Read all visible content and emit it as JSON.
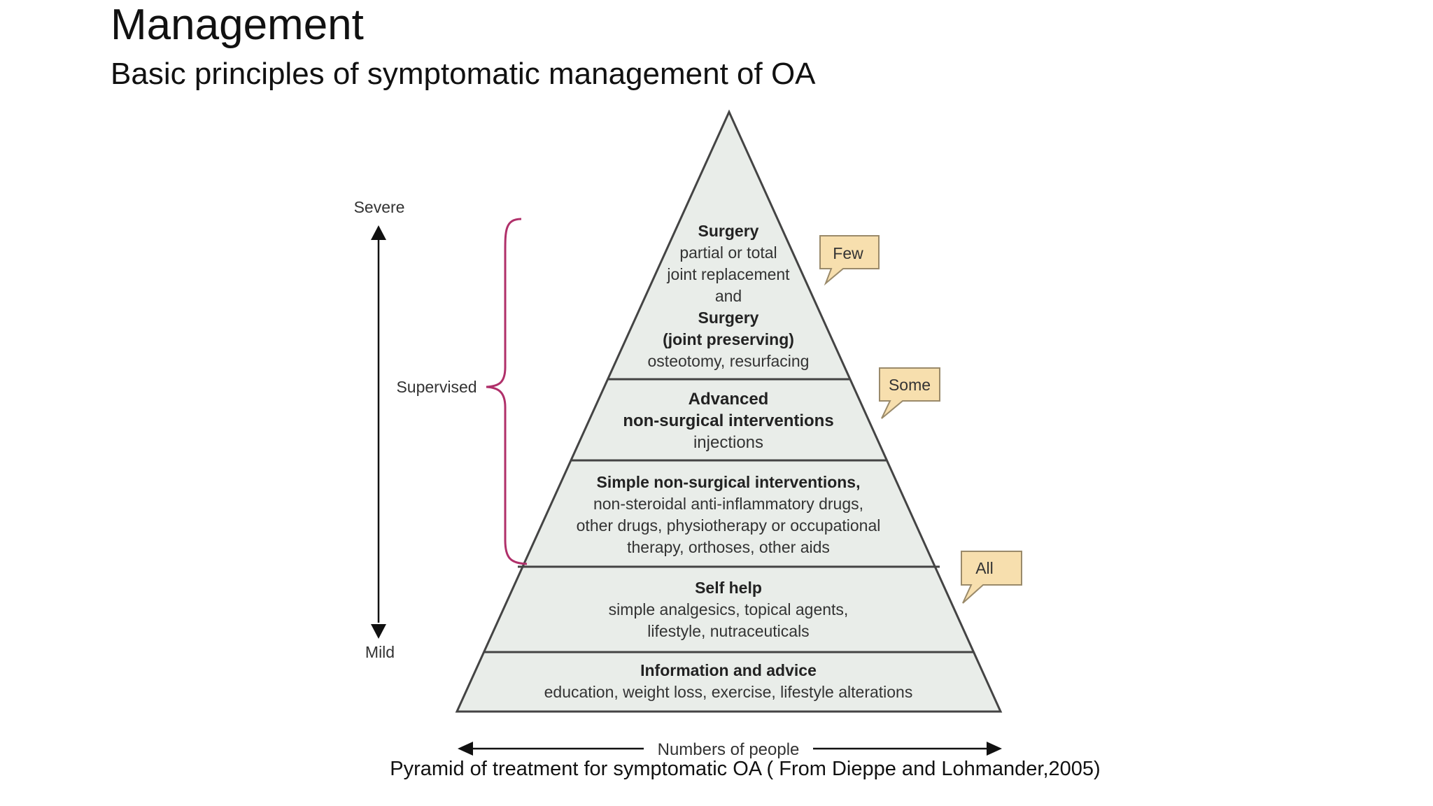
{
  "slide": {
    "title": "Management",
    "subtitle": "Basic principles of symptomatic management of OA",
    "caption": "Pyramid of treatment for symptomatic OA ( From Dieppe and Lohmander,2005)"
  },
  "diagram": {
    "axis": {
      "top_label": "Severe",
      "bottom_label": "Mild",
      "bracket_label": "Supervised",
      "bottom_axis_label": "Numbers of people"
    },
    "tiers": [
      {
        "name": "surgery",
        "lines": [
          {
            "text": "Surgery",
            "bold": true
          },
          {
            "text": "partial or total",
            "bold": false
          },
          {
            "text": "joint replacement",
            "bold": false
          },
          {
            "text": "and",
            "bold": false
          },
          {
            "text": "Surgery",
            "bold": true
          },
          {
            "text": "(joint preserving)",
            "bold": true
          },
          {
            "text": "osteotomy, resurfacing",
            "bold": false
          }
        ]
      },
      {
        "name": "advanced",
        "lines": [
          {
            "text": "Advanced",
            "bold": true
          },
          {
            "text": "non-surgical interventions",
            "bold": true
          },
          {
            "text": "injections",
            "bold": false
          }
        ]
      },
      {
        "name": "simple",
        "lines": [
          {
            "text": "Simple non-surgical interventions,",
            "bold": true
          },
          {
            "text": "non-steroidal anti-inflammatory drugs,",
            "bold": false
          },
          {
            "text": "other drugs, physiotherapy or occupational",
            "bold": false
          },
          {
            "text": "therapy, orthoses, other aids",
            "bold": false
          }
        ]
      },
      {
        "name": "self-help",
        "lines": [
          {
            "text": "Self help",
            "bold": true
          },
          {
            "text": "simple analgesics, topical agents,",
            "bold": false
          },
          {
            "text": "lifestyle, nutraceuticals",
            "bold": false
          }
        ]
      },
      {
        "name": "information",
        "lines": [
          {
            "text": "Information and advice",
            "bold": true
          },
          {
            "text": "education, weight loss, exercise, lifestyle alterations",
            "bold": false
          }
        ]
      }
    ],
    "callouts": {
      "few": "Few",
      "some": "Some",
      "all": "All"
    },
    "colors": {
      "pyramid_fill": "#e9ede9",
      "outline": "#444444",
      "bracket": "#b0306a",
      "callout_fill": "#f7dfae",
      "callout_stroke": "#9a8a6a"
    }
  }
}
